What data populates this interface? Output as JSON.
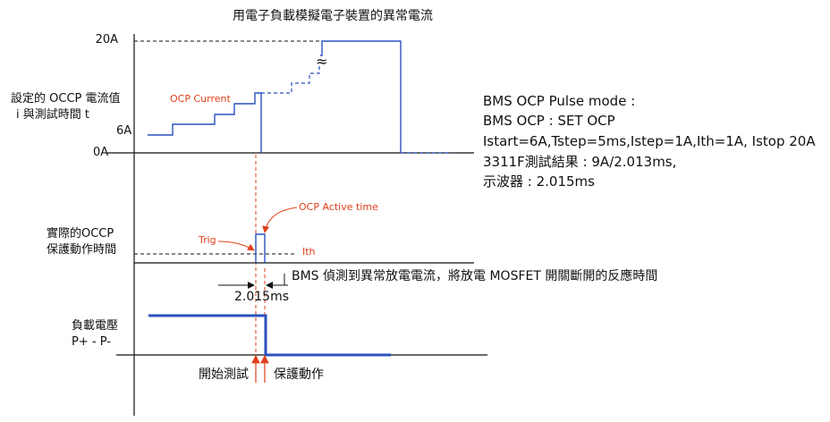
{
  "title": "用電子負載模擬電子裝置的異常電流",
  "y_axis": {
    "label_line1": "設定的 OCCP 電流值",
    "label_line2": "i 與測試時間 t",
    "tick_20a": "20A",
    "tick_6a": "6A",
    "tick_0a": "0A"
  },
  "annotations": {
    "ocp_current": "OCP Current",
    "ocp_active_time": "OCP Active time",
    "trig": "Trig",
    "ith": "Ith",
    "break_symbol": "≈"
  },
  "settings_panel": {
    "line1": "BMS OCP Pulse mode :",
    "line2": "BMS OCP : SET OCP",
    "line3": "Istart=6A,Tstep=5ms,Istep=1A,Ith=1A, Istop 20A",
    "line4": "3311F測試結果 : 9A/2.013ms,",
    "line5": "示波器 : 2.015ms"
  },
  "protection_section": {
    "label_line1": "實際的OCCP",
    "label_line2": "保護動作時間",
    "reaction_description": "BMS 偵測到異常放電電流，將放電 MOSFET 開關斷開的反應時間",
    "interval": "2.015ms"
  },
  "voltage_section": {
    "label_line1": "負載電壓",
    "label_line2": "P+ - P-"
  },
  "markers": {
    "start_test": "開始測試",
    "protection_action": "保護動作"
  },
  "colors": {
    "waveform": "#2a52be",
    "annotation": "#e0401a",
    "axis": "#111111"
  }
}
